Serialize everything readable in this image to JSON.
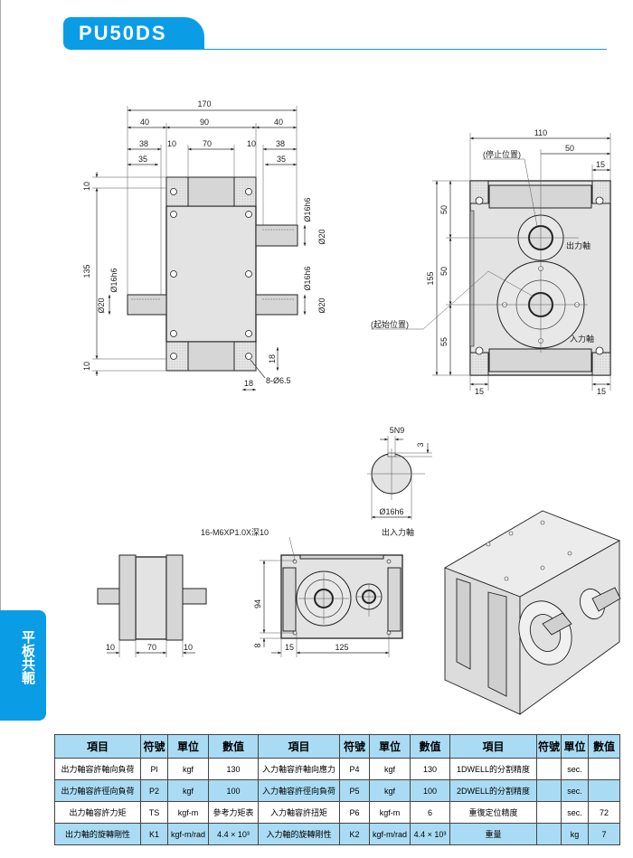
{
  "title": "PU50DS",
  "side_label": "平板共軛",
  "colors": {
    "accent": "#0a9de6",
    "table_blue": "#a9dcf4"
  },
  "top_view": {
    "d170": "170",
    "d40a": "40",
    "d90": "90",
    "d40b": "40",
    "d38a": "38",
    "d10a": "10",
    "d70": "70",
    "d10b": "10",
    "d38b": "38",
    "d35a": "35",
    "d35b": "35",
    "d10top": "10",
    "d135": "135",
    "d10bot": "10",
    "shaft_dia_1": "Ø16h6",
    "shaft_od_1": "Ø20",
    "shaft_dia_2": "Ø16h6",
    "shaft_od_2": "Ø20",
    "shaft_dia_3": "Ø16h6",
    "shaft_od_3": "Ø20",
    "d18v": "18",
    "d18h": "18",
    "holes": "8-Ø6.5"
  },
  "side_view": {
    "d110": "110",
    "d50h": "50",
    "d15top": "15",
    "stop_pos": "(停止位置)",
    "start_pos": "(起始位置)",
    "output_shaft": "出力軸",
    "input_shaft": "入力軸",
    "d155": "155",
    "d50a": "50",
    "d50b": "50",
    "d55": "55",
    "d15l": "15",
    "d15r": "15"
  },
  "shaft_section": {
    "key": "5N9",
    "depth": "3",
    "dia": "Ø16h6",
    "label": "出入力軸"
  },
  "bottom_side": {
    "d10a": "10",
    "d70": "70",
    "d10b": "10"
  },
  "front_view": {
    "tap": "16-M6XP1.0X深10",
    "d94": "94",
    "d8": "8",
    "d15": "15",
    "d125": "125"
  },
  "table": {
    "headers": [
      "項目",
      "符號",
      "單位",
      "數值",
      "項目",
      "符號",
      "單位",
      "數值",
      "項目",
      "符號",
      "單位",
      "數值"
    ],
    "rows": [
      [
        "出力軸容許軸向負荷",
        "Pl",
        "kgf",
        "130",
        "入力軸容許軸向應力",
        "P4",
        "kgf",
        "130",
        "1DWELL的分割精度",
        "",
        "sec.",
        ""
      ],
      [
        "出力軸容許徑向負荷",
        "P2",
        "kgf",
        "100",
        "入力軸容許徑向負荷",
        "P5",
        "kgf",
        "100",
        "2DWELL的分割精度",
        "",
        "sec.",
        ""
      ],
      [
        "出力軸容許力矩",
        "TS",
        "kgf-m",
        "參考力矩表",
        "入力軸容許扭矩",
        "P6",
        "kgf-m",
        "6",
        "重復定位精度",
        "",
        "sec.",
        "72"
      ],
      [
        "出力軸的旋轉剛性",
        "K1",
        "kgf-m/rad",
        "4.4 × 10³",
        "入力軸的旋轉剛性",
        "K2",
        "kgf-m/rad",
        "4.4 × 10³",
        "重量",
        "",
        "kg",
        "7"
      ]
    ]
  }
}
